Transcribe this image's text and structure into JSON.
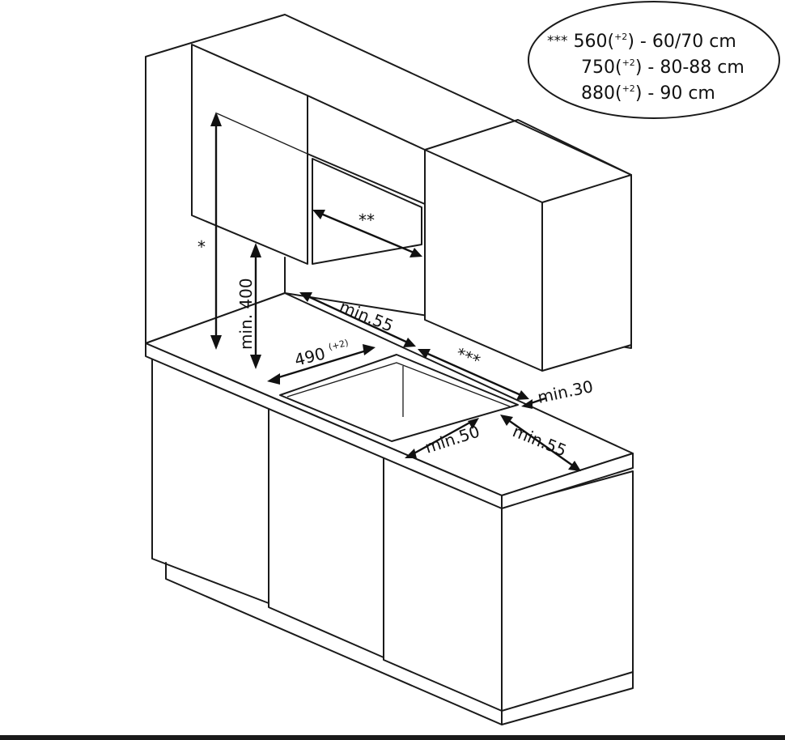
{
  "legend": {
    "line1_marker": "***",
    "line1_value": "560",
    "line1_sup": "+2",
    "line1_range": "60/70 cm",
    "line2_value": "750",
    "line2_sup": "+2",
    "line2_range": "80-88 cm",
    "line3_value": "880",
    "line3_sup": "+2",
    "line3_range": "90 cm"
  },
  "labels": {
    "star_single": "*",
    "star_double": "**",
    "star_triple": "***",
    "min_400": "min. 400",
    "min_55_top": "min.55",
    "cutout_width": "490",
    "cutout_sup": "(+2)",
    "min_30": "min.30",
    "min_50": "min.50",
    "min_55_bottom": "min.55"
  }
}
